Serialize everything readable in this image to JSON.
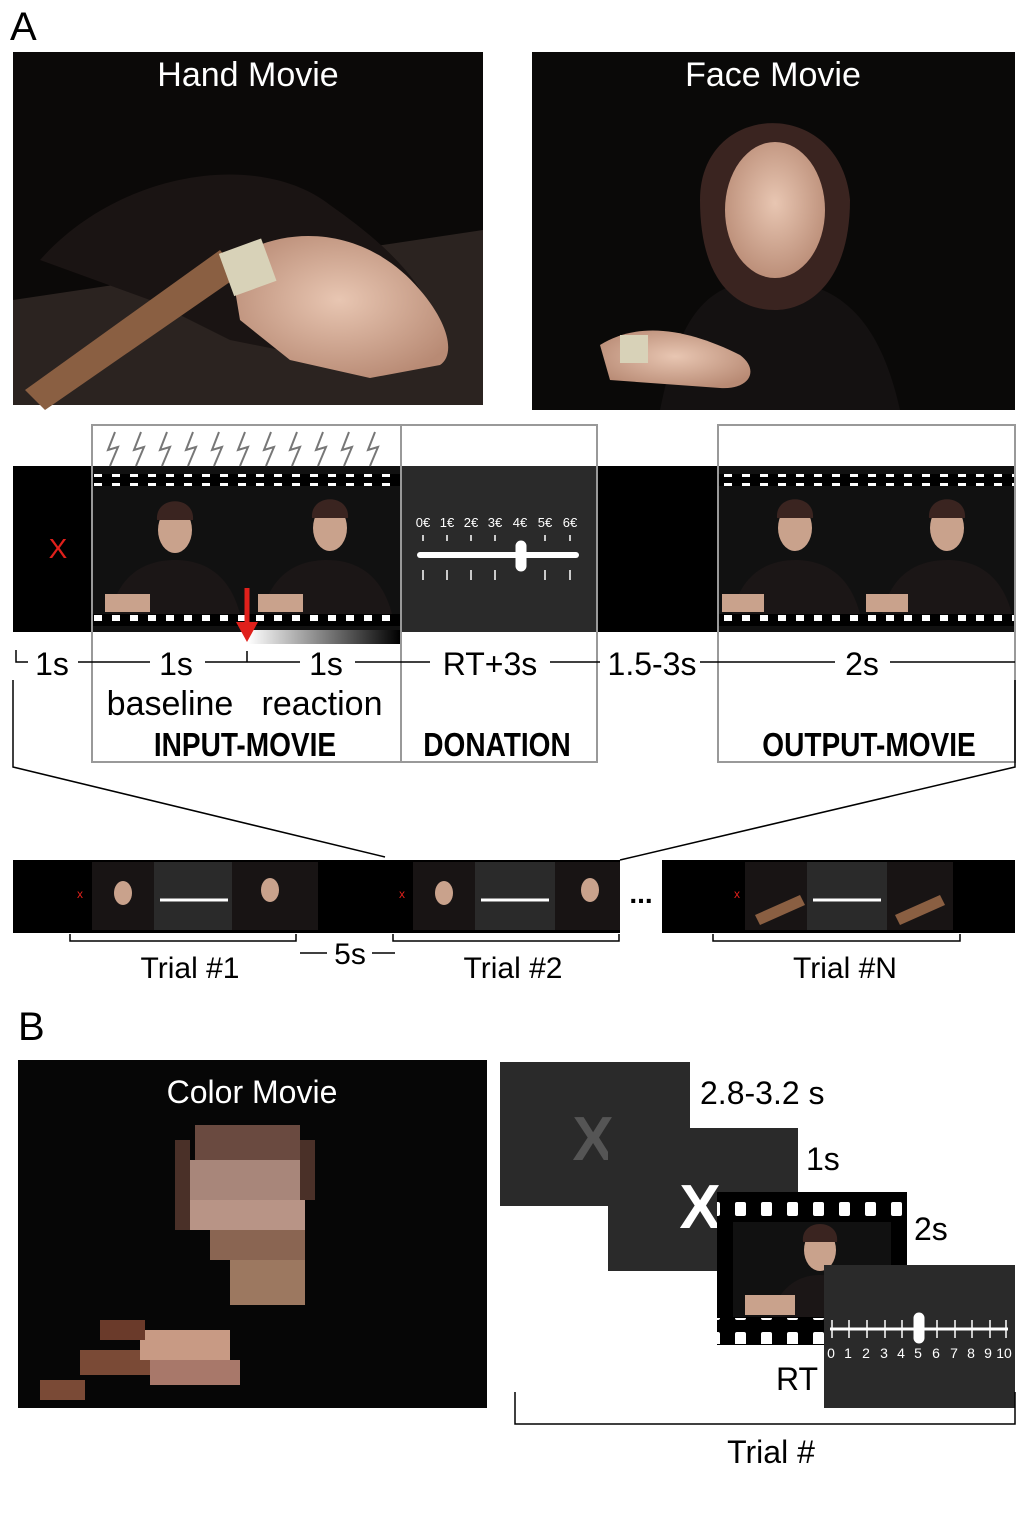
{
  "panel_a": {
    "label": "A",
    "hand_movie_title": "Hand Movie",
    "face_movie_title": "Face Movie",
    "fixation_mark": "X",
    "scale_euro": [
      "0€",
      "1€",
      "2€",
      "3€",
      "4€",
      "5€",
      "6€"
    ],
    "timeline": {
      "fixation": "1s",
      "baseline_duration": "1s",
      "reaction_duration": "1s",
      "donation_duration": "RT+3s",
      "jitter": "1.5-3s",
      "output_duration": "2s",
      "baseline_label": "baseline",
      "reaction_label": "reaction"
    },
    "phases": {
      "input": "INPUT-MOVIE",
      "donation": "DONATION",
      "output": "OUTPUT-MOVIE"
    },
    "trials": {
      "trial_1": "Trial #1",
      "iti": "5s",
      "trial_2": "Trial #2",
      "ellipsis": "...",
      "trial_n": "Trial #N"
    }
  },
  "panel_b": {
    "label": "B",
    "color_movie_title": "Color Movie",
    "fixation_duration": "2.8-3.2 s",
    "cue_duration": "1s",
    "movie_duration": "2s",
    "rating_label": "RT",
    "trial_label": "Trial #",
    "fixation_mark": "X",
    "rating_scale": [
      "0",
      "1",
      "2",
      "3",
      "4",
      "5",
      "6",
      "7",
      "8",
      "9",
      "10"
    ]
  },
  "colors": {
    "fixation_red": "#e0201b",
    "arrow_red": "#e0201b",
    "frame_gray": "#999999",
    "dark_panel": "#2a2a2a"
  }
}
